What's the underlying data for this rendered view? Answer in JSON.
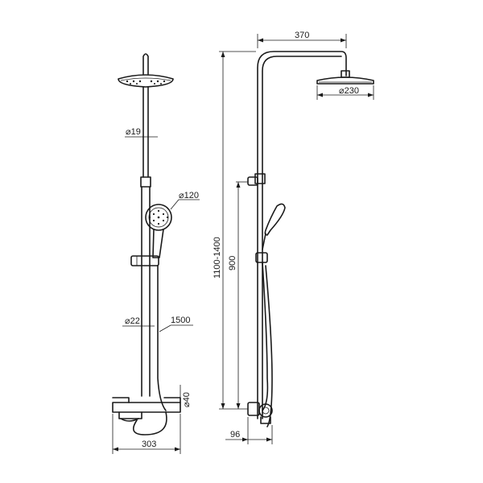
{
  "dimensions": {
    "arm_length": "370",
    "head_shower_diameter": "⌀230",
    "rail_diameter_top": "⌀19",
    "hand_shower_diameter": "⌀120",
    "rail_diameter_lower": "⌀22",
    "hose_length": "1500",
    "connection_diameter": "⌀40",
    "mixer_width": "303",
    "height_range": "1100-1400",
    "mixer_to_holder_height": "900",
    "wall_offset": "96"
  }
}
